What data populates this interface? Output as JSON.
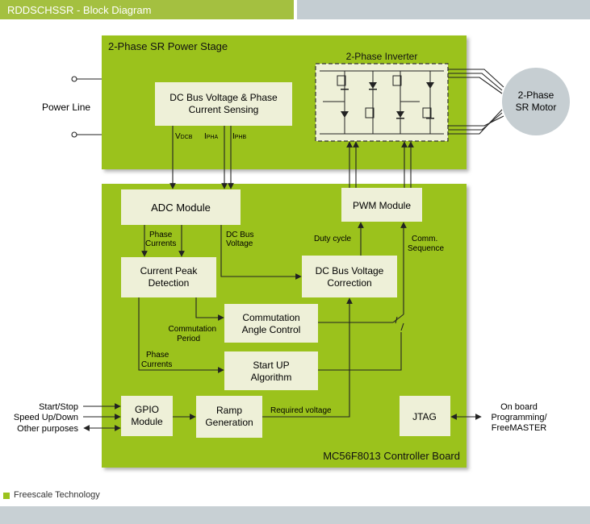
{
  "header": {
    "title": "RDDSCHSSR - Block Diagram"
  },
  "power_stage": {
    "title": "2-Phase SR Power Stage",
    "sensing_line1": "DC Bus Voltage & Phase",
    "sensing_line2": "Current Sensing",
    "vdcb_prefix": "V",
    "vdcb_sub": "DCB",
    "ipha_prefix": "I",
    "ipha_sub": "PHA",
    "iphb_prefix": "I",
    "iphb_sub": "PHB",
    "inverter_title": "2-Phase Inverter"
  },
  "power_line": {
    "label": "Power Line"
  },
  "motor": {
    "line1": "2-Phase",
    "line2": "SR Motor"
  },
  "controller": {
    "title": "MC56F8013 Controller Board",
    "adc": "ADC Module",
    "pwm": "PWM Module",
    "phase_currents_1": "Phase",
    "phase_currents_2": "Currents",
    "dc_bus_1": "DC Bus",
    "dc_bus_2": "Voltage",
    "duty_cycle": "Duty cycle",
    "comm_seq_1": "Comm.",
    "comm_seq_2": "Sequence",
    "cpd_1": "Current Peak",
    "cpd_2": "Detection",
    "dcbc_1": "DC Bus Voltage",
    "dcbc_2": "Correction",
    "cac_1": "Commutation",
    "cac_2": "Angle Control",
    "comm_period_1": "Commutation",
    "comm_period_2": "Period",
    "phase_currents_b_1": "Phase",
    "phase_currents_b_2": "Currents",
    "startup_1": "Start UP",
    "startup_2": "Algorithm",
    "gpio_1": "GPIO",
    "gpio_2": "Module",
    "ramp_1": "Ramp",
    "ramp_2": "Generation",
    "required_voltage": "Required voltage",
    "jtag": "JTAG"
  },
  "external": {
    "start_stop": "Start/Stop",
    "speed": "Speed Up/Down",
    "other": "Other purposes",
    "onboard_1": "On board",
    "onboard_2": "Programming/",
    "onboard_3": "FreeMASTER"
  },
  "legend": {
    "label": "Freescale Technology"
  },
  "colors": {
    "board_green": "#9bc21d",
    "block_fill": "#eef0d8",
    "motor_gray": "#c6ced2"
  }
}
